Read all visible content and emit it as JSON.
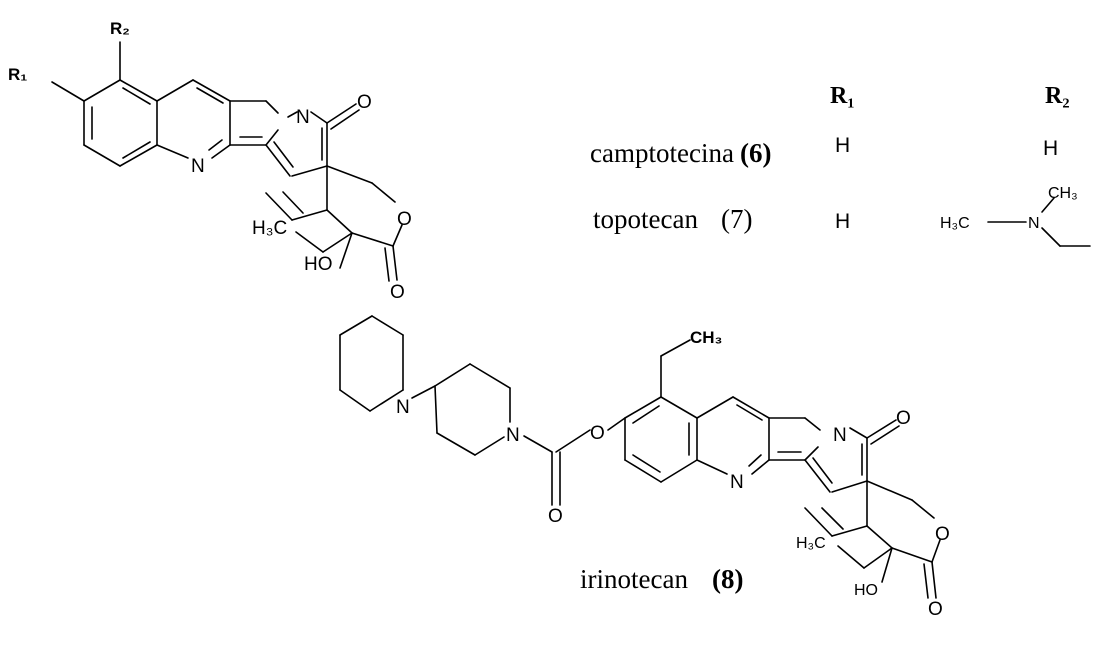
{
  "figure": {
    "atoms": {
      "N": "N",
      "O": "O",
      "OH": "HO",
      "H3C": "H₃C",
      "CH3": "CH₃",
      "R1": "R₁",
      "R2": "R₂"
    },
    "table": {
      "headers": [
        "R₁",
        "R₂"
      ],
      "rows": [
        {
          "name": "camptotecina",
          "number": "(6)",
          "r1": "H",
          "r2": "H"
        },
        {
          "name": "topotecan",
          "number": "(7)",
          "r1": "H",
          "r2": ""
        }
      ]
    },
    "irinotecan": {
      "name": "irinotecan",
      "number": "(8)"
    }
  }
}
